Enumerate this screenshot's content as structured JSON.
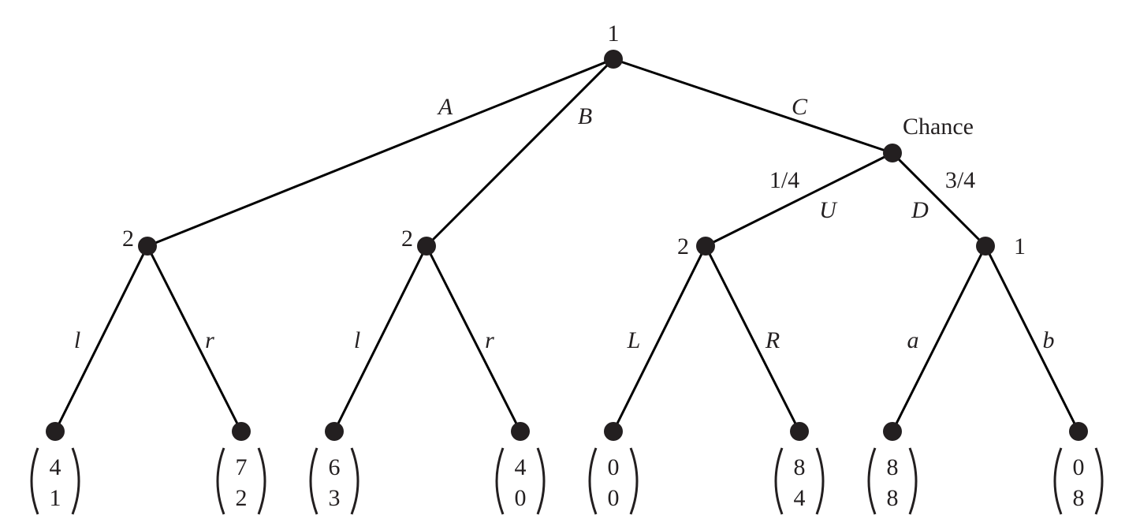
{
  "players": {
    "root": "1",
    "nodeA": "2",
    "nodeB": "2",
    "nodeU": "2",
    "nodeD": "1",
    "chance": "Chance"
  },
  "moves": {
    "A": "A",
    "B": "B",
    "C": "C",
    "U": "U",
    "D": "D",
    "A_l": "l",
    "A_r": "r",
    "B_l": "l",
    "B_r": "r",
    "U_L": "L",
    "U_R": "R",
    "D_a": "a",
    "D_b": "b"
  },
  "probabilities": {
    "U": "1/4",
    "D": "3/4"
  },
  "payoffs": [
    {
      "top": "4",
      "bottom": "1"
    },
    {
      "top": "7",
      "bottom": "2"
    },
    {
      "top": "6",
      "bottom": "3"
    },
    {
      "top": "4",
      "bottom": "0"
    },
    {
      "top": "0",
      "bottom": "0"
    },
    {
      "top": "8",
      "bottom": "4"
    },
    {
      "top": "8",
      "bottom": "8"
    },
    {
      "top": "0",
      "bottom": "8"
    }
  ]
}
